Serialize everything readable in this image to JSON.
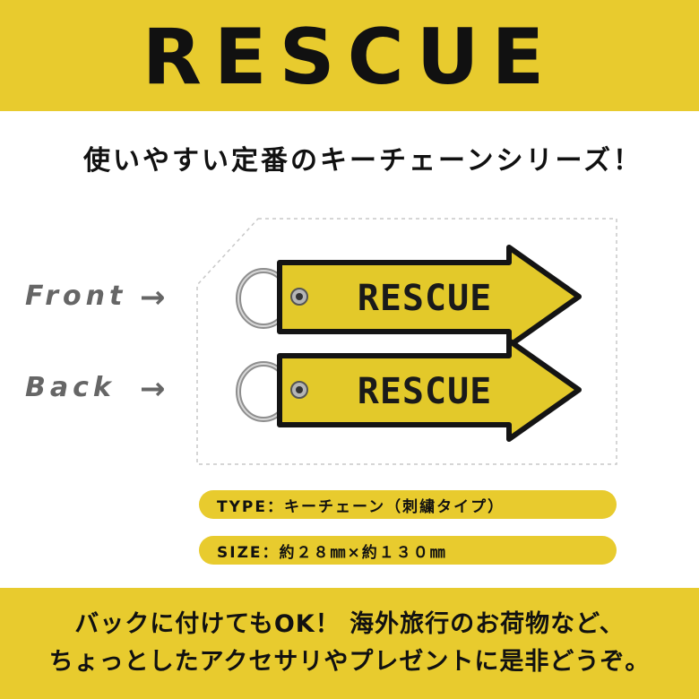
{
  "header": {
    "title": "RESCUE"
  },
  "subtitle": "使いやすい定番のキーチェーンシリーズ！",
  "product": {
    "front_label": "Front",
    "back_label": "Back",
    "arrow_symbol": "→",
    "tag_text": "RESCUE",
    "colors": {
      "tag_yellow": "#e3c92a",
      "tag_border": "#141414",
      "ring_metal": "#9a9a9a"
    }
  },
  "specs": {
    "type_text": "TYPE：キーチェーン（刺繍タイプ）",
    "size_text": "SIZE：約２８㎜×約１３０㎜"
  },
  "footer": {
    "line1": "バックに付けてもOK！ 海外旅行のお荷物など、",
    "line2": "ちょっとしたアクセサリやプレゼントに是非どうぞ。"
  },
  "colors": {
    "accent": "#e8cb2e",
    "text": "#111111",
    "label_gray": "#666666"
  }
}
